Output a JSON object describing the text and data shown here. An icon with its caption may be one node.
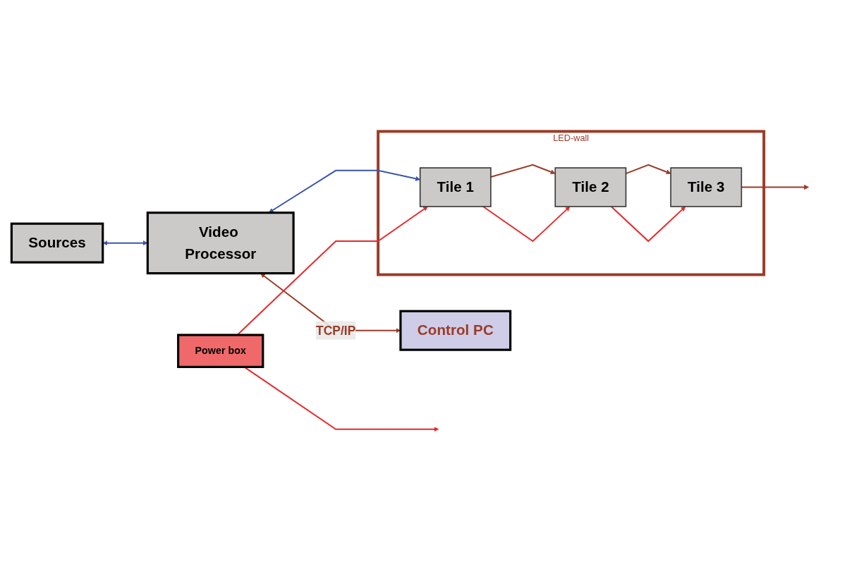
{
  "diagram": {
    "nodes": [
      {
        "text": [
          "Sources"
        ]
      },
      {
        "text": [
          "Video Processor"
        ]
      },
      {
        "text": [
          "Control PC"
        ]
      },
      {
        "text": [
          "Power box"
        ]
      },
      {
        "text": [
          "LED-wall"
        ]
      },
      {
        "text": [
          "Tile 1"
        ],
        "in": 4
      },
      {
        "text": [
          "Tile 2"
        ],
        "in": 4
      },
      {
        "text": [
          "Tile 3"
        ],
        "in": 4
      }
    ],
    "edges": [
      {
        "from": 0,
        "to": 1,
        "arrow": "both",
        "color": "#3a56a8"
      },
      {
        "from": 1,
        "to": 5,
        "arrow": "both",
        "color": "#3a56a8"
      },
      {
        "from": 1,
        "to": 2,
        "arrow": "both",
        "label": "TCP/IP",
        "color": "#9b3b26"
      },
      {
        "from": 3,
        "to": 5,
        "arrow": "to",
        "color": "#e8282b"
      },
      {
        "from": 5,
        "to": 6,
        "arrow": "to",
        "color": "#9b3b26"
      },
      {
        "from": 5,
        "to": 6,
        "arrow": "to",
        "color": "#e8282b"
      },
      {
        "from": 6,
        "to": 7,
        "arrow": "to",
        "color": "#9b3b26"
      },
      {
        "from": 6,
        "to": 7,
        "arrow": "to",
        "color": "#e8282b"
      },
      {
        "from": 7,
        "to": null,
        "arrow": "to",
        "color": "#9b3b26"
      },
      {
        "from": 3,
        "to": null,
        "arrow": "to",
        "color": "#e8282b"
      }
    ]
  }
}
